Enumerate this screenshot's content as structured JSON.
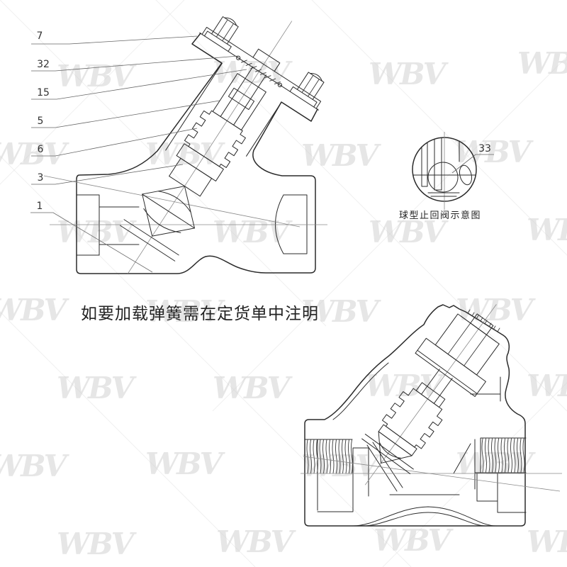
{
  "watermark": {
    "text": "WBV"
  },
  "notes": {
    "spring_note": "如要加载弹簧需在定货单中注明",
    "detail_caption": "球型止回阀示意图"
  },
  "callouts": {
    "parts": [
      {
        "label": "7"
      },
      {
        "label": "32"
      },
      {
        "label": "15"
      },
      {
        "label": "5"
      },
      {
        "label": "6"
      },
      {
        "label": "3"
      },
      {
        "label": "1"
      }
    ],
    "detail_part": {
      "label": "33"
    }
  },
  "colors": {
    "line": "#2b2b2b",
    "thin_line": "#8a8a8a",
    "leader": "#666666",
    "watermark": "#d2d2d2",
    "background": "#ffffff",
    "text": "#222222"
  }
}
